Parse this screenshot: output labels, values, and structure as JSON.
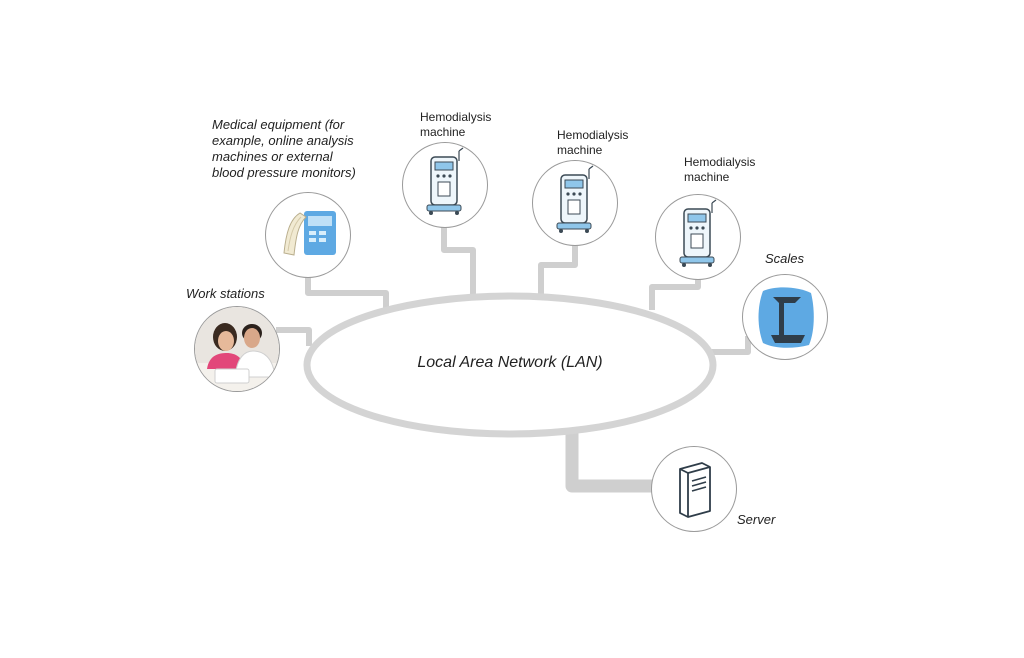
{
  "lan_label": "Local Area Network (LAN)",
  "labels": {
    "medical_equipment": "Medical equipment (for\nexample, online analysis\nmachines or external\nblood pressure monitors)",
    "hemodialysis_1": "Hemodialysis\nmachine",
    "hemodialysis_2": "Hemodialysis\nmachine",
    "hemodialysis_3": "Hemodialysis\nmachine",
    "scales": "Scales",
    "work_stations": "Work stations",
    "server": "Server"
  },
  "icons": {
    "medical_equipment": "medical-monitor-icon",
    "hemodialysis": "hemodialysis-machine-icon",
    "scales": "scale-icon",
    "work_stations": "workstation-photo-icon",
    "server": "server-tower-icon"
  },
  "colors": {
    "connector": "#cfcfcf",
    "lan_ring": "#d4d4d4",
    "node_border": "#9a9a9a",
    "device_blue": "#5ea9e3"
  }
}
